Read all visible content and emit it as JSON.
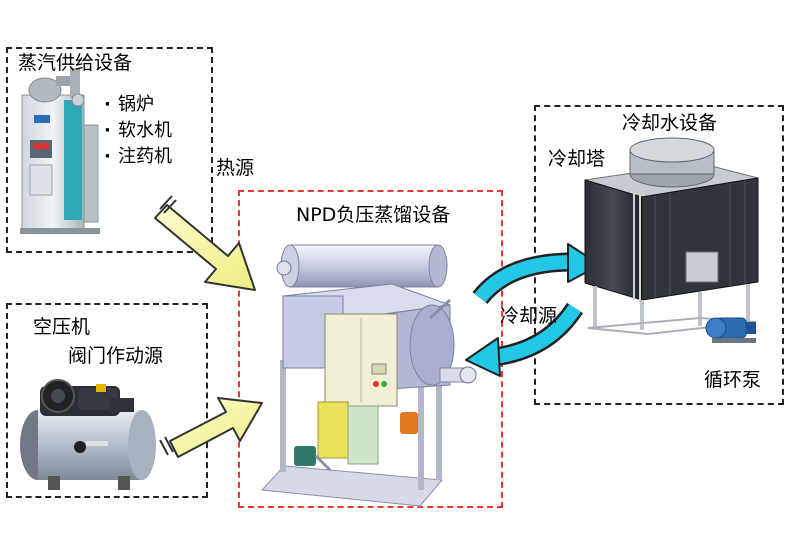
{
  "steam_supply": {
    "title": "蒸汽供给设备",
    "items": [
      "锅炉",
      "软水机",
      "注药机"
    ]
  },
  "heat_source_label": "热源",
  "air_compressor": {
    "title": "空压机",
    "subtitle": "阀门作动源"
  },
  "npd_unit": {
    "title": "NPD负压蒸馏设备"
  },
  "cooling_water": {
    "title": "冷却水设备",
    "tower_label": "冷却塔",
    "pump_label": "循环泵"
  },
  "cooling_source_label": "冷却源",
  "colors": {
    "arrow_yellow": "#f4f49a",
    "cycle_cyan": "#22c8e6",
    "red_border": "#e53935"
  }
}
